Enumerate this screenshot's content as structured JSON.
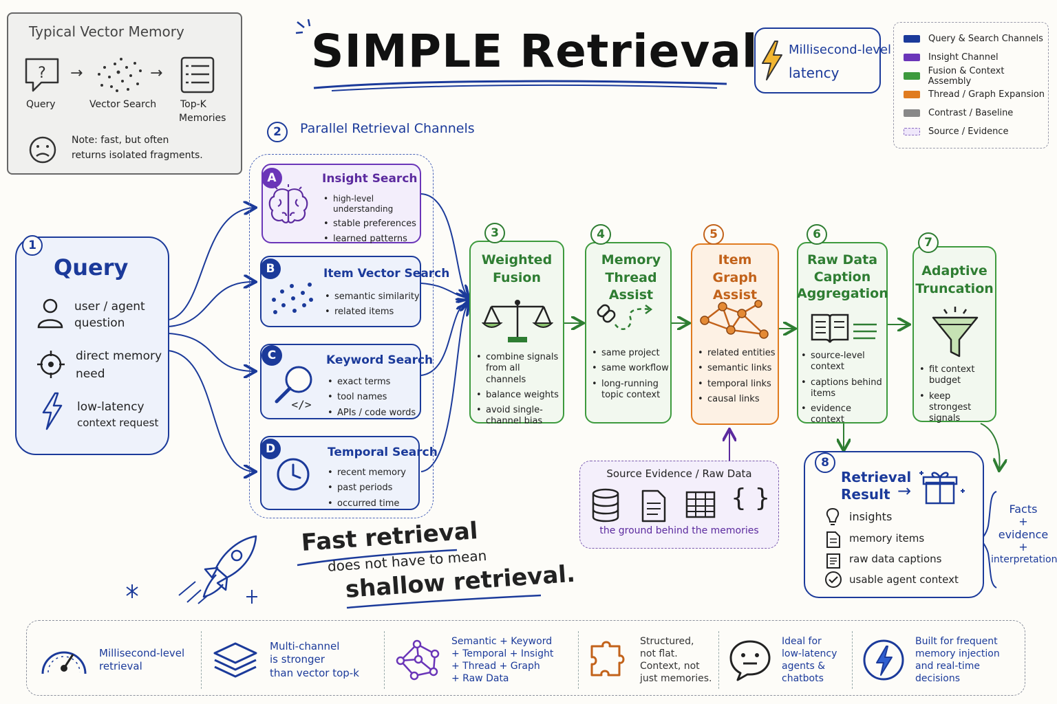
{
  "title": "SIMPLE Retrieval",
  "latency_callout": {
    "line1": "Millisecond-level",
    "line2": "latency"
  },
  "typical": {
    "title": "Typical Vector Memory",
    "flow": [
      "Query",
      "Vector Search",
      "Top-K",
      "Memories"
    ],
    "note_line1": "Note: fast, but often",
    "note_line2": "returns isolated fragments."
  },
  "legend": [
    {
      "label": "Query & Search Channels",
      "color": "#1b3a9a"
    },
    {
      "label": "Insight Channel",
      "color": "#6a35b8"
    },
    {
      "label": "Fusion & Context Assembly",
      "color": "#3d9a3d"
    },
    {
      "label": "Thread / Graph Expansion",
      "color": "#e07b1f"
    },
    {
      "label": "Contrast / Baseline",
      "color": "#888888"
    },
    {
      "label": "Source / Evidence",
      "color": "#d9c8f0"
    }
  ],
  "query": {
    "num": "1",
    "title": "Query",
    "items": [
      {
        "l1": "user / agent",
        "l2": "question"
      },
      {
        "l1": "direct memory",
        "l2": "need"
      },
      {
        "l1": "low-latency",
        "l2": "context request"
      }
    ]
  },
  "channels_header": {
    "num": "2",
    "label": "Parallel Retrieval Channels"
  },
  "channels": [
    {
      "letter": "A",
      "title": "Insight Search",
      "bullets": [
        "high-level understanding",
        "stable preferences",
        "learned patterns"
      ]
    },
    {
      "letter": "B",
      "title": "Item Vector Search",
      "bullets": [
        "semantic similarity",
        "related items"
      ]
    },
    {
      "letter": "C",
      "title": "Keyword Search",
      "bullets": [
        "exact terms",
        "tool names",
        "APIs / code words"
      ]
    },
    {
      "letter": "D",
      "title": "Temporal Search",
      "bullets": [
        "recent memory",
        "past periods",
        "occurred time"
      ]
    }
  ],
  "stages": [
    {
      "num": "3",
      "title_l1": "Weighted",
      "title_l2": "Fusion",
      "title_l3": "",
      "bullets": [
        "combine signals from all channels",
        "balance weights",
        "avoid single-channel bias"
      ]
    },
    {
      "num": "4",
      "title_l1": "Memory",
      "title_l2": "Thread Assist",
      "title_l3": "",
      "bullets": [
        "same project",
        "same workflow",
        "long-running topic context"
      ]
    },
    {
      "num": "5",
      "title_l1": "Item",
      "title_l2": "Graph Assist",
      "title_l3": "",
      "bullets": [
        "related entities",
        "semantic links",
        "temporal links",
        "causal links"
      ]
    },
    {
      "num": "6",
      "title_l1": "Raw Data",
      "title_l2": "Caption",
      "title_l3": "Aggregation",
      "bullets": [
        "source-level context",
        "captions behind items",
        "evidence context"
      ]
    },
    {
      "num": "7",
      "title_l1": "Adaptive",
      "title_l2": "Truncation",
      "title_l3": "",
      "bullets": [
        "fit context budget",
        "keep strongest signals"
      ]
    }
  ],
  "source_evidence": {
    "title": "Source Evidence / Raw Data",
    "caption": "the ground behind the memories"
  },
  "result": {
    "num": "8",
    "title_l1": "Retrieval",
    "title_l2": "Result",
    "items": [
      "insights",
      "memory items",
      "raw data captions",
      "usable agent context"
    ]
  },
  "side_note": {
    "l1": "Facts",
    "p1": "+",
    "l2": "evidence",
    "p2": "+",
    "l3": "interpretation"
  },
  "slogan": {
    "l1": "Fast retrieval",
    "l2": "does not have to mean",
    "l3": "shallow retrieval."
  },
  "bottom": [
    {
      "icon": "speedometer-icon",
      "l1": "Millisecond-level",
      "l2": "retrieval",
      "l3": "",
      "l4": ""
    },
    {
      "icon": "layers-icon",
      "l1": "Multi-channel",
      "l2": "is stronger",
      "l3": "than vector top-k",
      "l4": ""
    },
    {
      "icon": "network-icon",
      "l1": "Semantic + Keyword",
      "l2": "+ Temporal + Insight",
      "l3": "+ Thread + Graph",
      "l4": "+ Raw Data"
    },
    {
      "icon": "puzzle-icon",
      "l1": "Structured,",
      "l2": "not flat.",
      "l3": "Context, not",
      "l4": "just memories."
    },
    {
      "icon": "chat-icon",
      "l1": "Ideal for",
      "l2": "low-latency",
      "l3": "agents &",
      "l4": "chatbots"
    },
    {
      "icon": "lightning-icon",
      "l1": "Built for frequent",
      "l2": "memory injection",
      "l3": "and real-time",
      "l4": "decisions"
    }
  ]
}
